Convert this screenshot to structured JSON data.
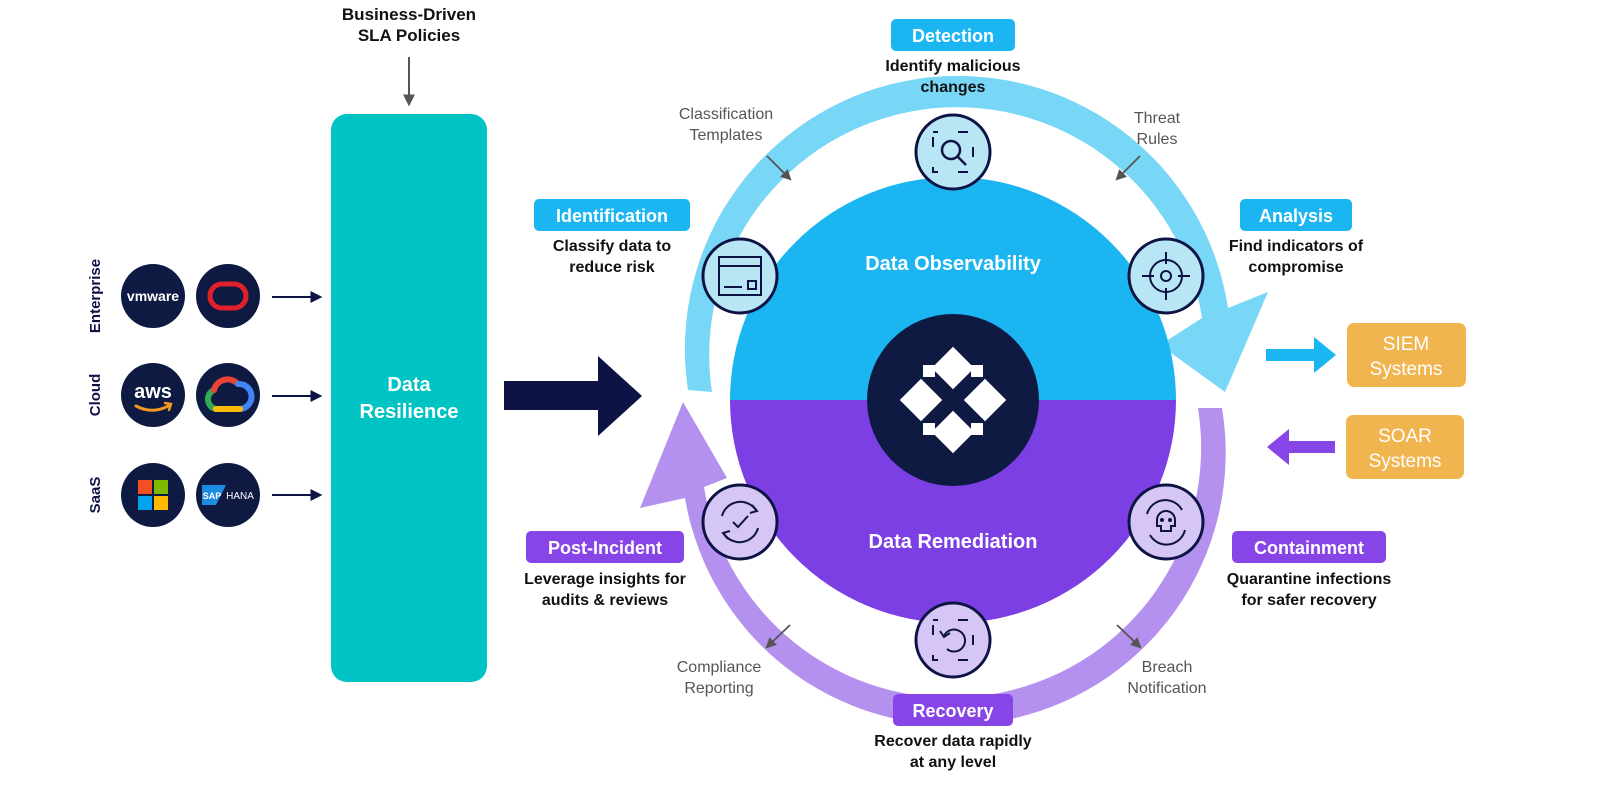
{
  "colors": {
    "teal": "#00C4C4",
    "navy": "#0D1445",
    "blue_light": "#78D6F7",
    "blue": "#1BB6F2",
    "purple_light": "#B491EE",
    "purple": "#8745E8",
    "purple_dark": "#7B3FE4",
    "gold": "#F0B54F",
    "logo_bg": "#0F1A43",
    "icon_fill": "#B8E6F5",
    "icon_fill_purple": "#D6C6F5",
    "gray_text": "#555555",
    "dark_text": "#111111"
  },
  "top_input": {
    "line1": "Business-Driven",
    "line2": "SLA Policies"
  },
  "sources": [
    {
      "category": "Enterprise",
      "logos": [
        "vmware",
        "oracle"
      ]
    },
    {
      "category": "Cloud",
      "logos": [
        "aws",
        "google-cloud"
      ]
    },
    {
      "category": "SaaS",
      "logos": [
        "microsoft",
        "sap-hana"
      ]
    }
  ],
  "logo_text": {
    "vmware": "vmware",
    "aws": "aws",
    "sap": "SAP",
    "hana": "HANA"
  },
  "resilience": {
    "line1": "Data",
    "line2": "Resilience"
  },
  "halves": {
    "top": "Data Observability",
    "bottom": "Data Remediation"
  },
  "stages": {
    "detection": {
      "title": "Detection",
      "line1": "Identify malicious",
      "line2": "changes"
    },
    "identification": {
      "title": "Identification",
      "line1": "Classify data to",
      "line2": "reduce risk"
    },
    "analysis": {
      "title": "Analysis",
      "line1": "Find indicators of",
      "line2": "compromise"
    },
    "post_incident": {
      "title": "Post-Incident",
      "line1": "Leverage insights for",
      "line2": "audits & reviews"
    },
    "containment": {
      "title": "Containment",
      "line1": "Quarantine infections",
      "line2": "for safer recovery"
    },
    "recovery": {
      "title": "Recovery",
      "line1": "Recover data rapidly",
      "line2": "at any level"
    }
  },
  "side_labels": {
    "classification": {
      "line1": "Classification",
      "line2": "Templates"
    },
    "threat": {
      "line1": "Threat",
      "line2": "Rules"
    },
    "compliance": {
      "line1": "Compliance",
      "line2": "Reporting"
    },
    "breach": {
      "line1": "Breach",
      "line2": "Notification"
    }
  },
  "integrations": {
    "siem": {
      "line1": "SIEM",
      "line2": "Systems"
    },
    "soar": {
      "line1": "SOAR",
      "line2": "Systems"
    }
  }
}
